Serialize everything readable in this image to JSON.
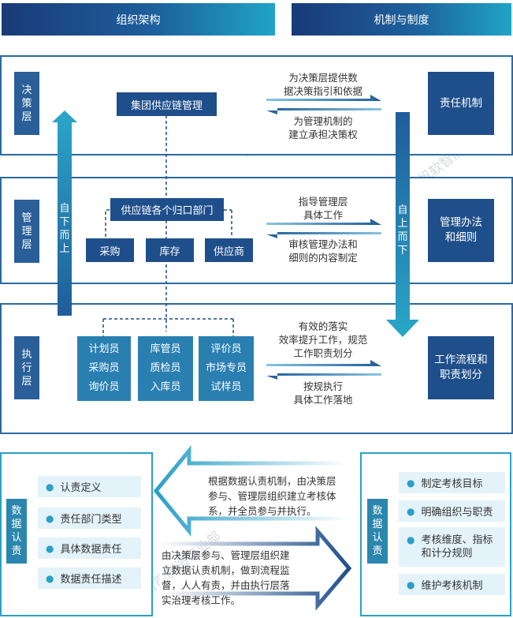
{
  "headers": {
    "left": "组织架构",
    "right": "机制与制度"
  },
  "layers": [
    {
      "label": "决策层",
      "chars": [
        "决",
        "策",
        "层"
      ]
    },
    {
      "label": "管理层",
      "chars": [
        "管",
        "理",
        "层"
      ]
    },
    {
      "label": "执行层",
      "chars": [
        "执",
        "行",
        "层"
      ]
    }
  ],
  "arrows": {
    "bottom_up": [
      "自",
      "下",
      "而",
      "上"
    ],
    "top_down": [
      "自",
      "上",
      "而",
      "下"
    ]
  },
  "org": {
    "group": "集团供应链管理",
    "departments": "供应链各个归口部门",
    "dept_items": [
      "采购",
      "库存",
      "供应商"
    ],
    "role_groups": [
      [
        "计划员",
        "采购员",
        "询价员"
      ],
      [
        "库管员",
        "质检员",
        "入库员"
      ],
      [
        "评价员",
        "市场专员",
        "试样员"
      ]
    ]
  },
  "flows": [
    {
      "to_right": [
        "为决策层提供数",
        "据决策指引和依据"
      ],
      "to_left": [
        "为管理机制的",
        "建立承担决策权"
      ]
    },
    {
      "to_right": [
        "指导管理层",
        "具体工作"
      ],
      "to_left": [
        "审核管理办法和",
        "细则的内容制定"
      ]
    },
    {
      "to_right": [
        "有效的落实",
        "效率提升工作，规范",
        "工作职责划分"
      ],
      "to_left": [
        "按规执行",
        "具体工作落地"
      ]
    }
  ],
  "mechanisms": [
    {
      "lines": [
        "责任机制"
      ]
    },
    {
      "lines": [
        "管理办法",
        "和细则"
      ]
    },
    {
      "lines": [
        "工作流程和",
        "职责划分"
      ]
    }
  ],
  "data_resp": {
    "label_chars": [
      "数",
      "据",
      "认",
      "责"
    ],
    "items": [
      "认责定义",
      "责任部门类型",
      "具体数据责任",
      "数据责任描述"
    ]
  },
  "assessment": {
    "label_chars": [
      "数",
      "据",
      "认",
      "责"
    ],
    "items": [
      {
        "lines": [
          "制定考核目标"
        ]
      },
      {
        "lines": [
          "明确组织与职责"
        ]
      },
      {
        "lines": [
          "考核维度、指标",
          "和计分规则"
        ]
      },
      {
        "lines": [
          "维护考核机制"
        ]
      }
    ]
  },
  "bottom_flows": {
    "left_arrow_text": [
      "根据数据认责机制，由决策层",
      "参与、管理层组织建立考核体",
      "系，并全员参与并执行。"
    ],
    "right_arrow_text": [
      "由决策层参与、管理层组织建",
      "立数据认责机制，做到流程监",
      "督，人人有责，并由执行层落",
      "实治理考核工作。"
    ]
  },
  "colors": {
    "navy": "#1f4f8a",
    "blue": "#2a72a8",
    "teal": "#2b86ad",
    "border": "#2a6aa3",
    "cyan": "#2a9fc8"
  }
}
